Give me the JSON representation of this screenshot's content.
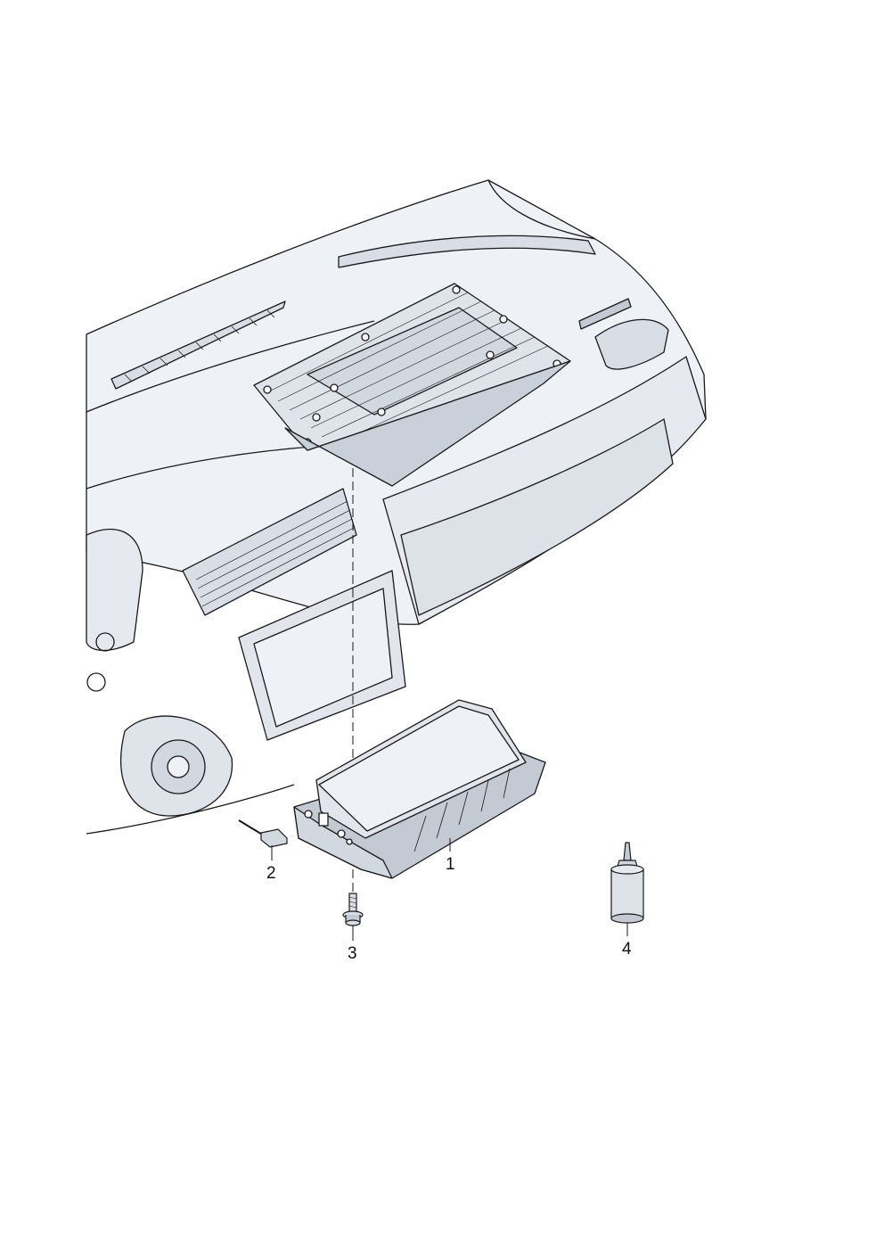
{
  "colors": {
    "line": "#1a1a1a",
    "fill_light": "#eef1f5",
    "fill_mid": "#d9dee6",
    "fill_dark": "#c3cad4",
    "background": "#ffffff"
  },
  "callouts": [
    {
      "id": "1",
      "label": "1",
      "part": "airbag-module"
    },
    {
      "id": "2",
      "label": "2",
      "part": "connector"
    },
    {
      "id": "3",
      "label": "3",
      "part": "bolt"
    },
    {
      "id": "4",
      "label": "4",
      "part": "locking-fluid-bottle"
    }
  ]
}
